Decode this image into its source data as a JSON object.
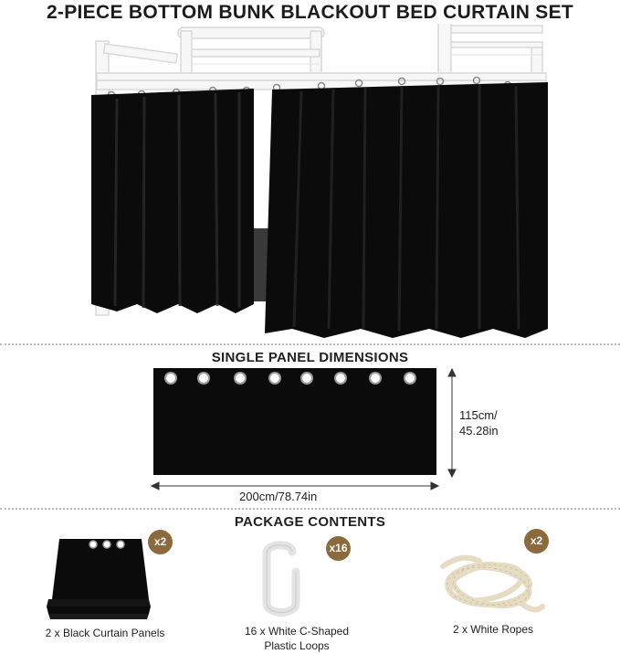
{
  "title": "2-PIECE BOTTOM BUNK BLACKOUT BED CURTAIN SET",
  "dimensions": {
    "heading": "SINGLE PANEL DIMENSIONS",
    "height_line1": "115cm/",
    "height_line2": "45.28in",
    "width": "200cm/78.74in"
  },
  "package": {
    "heading": "PACKAGE CONTENTS",
    "items": [
      {
        "quantity": "x2",
        "label": "2 x Black Curtain Panels"
      },
      {
        "quantity": "x16",
        "label_line1": "16 x White C-Shaped",
        "label_line2": "Plastic Loops"
      },
      {
        "quantity": "x2",
        "label": "2 x White Ropes"
      }
    ]
  },
  "colors": {
    "curtain": "#0b0b0b",
    "badge": "#8b6a3e",
    "frame": "#f4f4f4"
  }
}
